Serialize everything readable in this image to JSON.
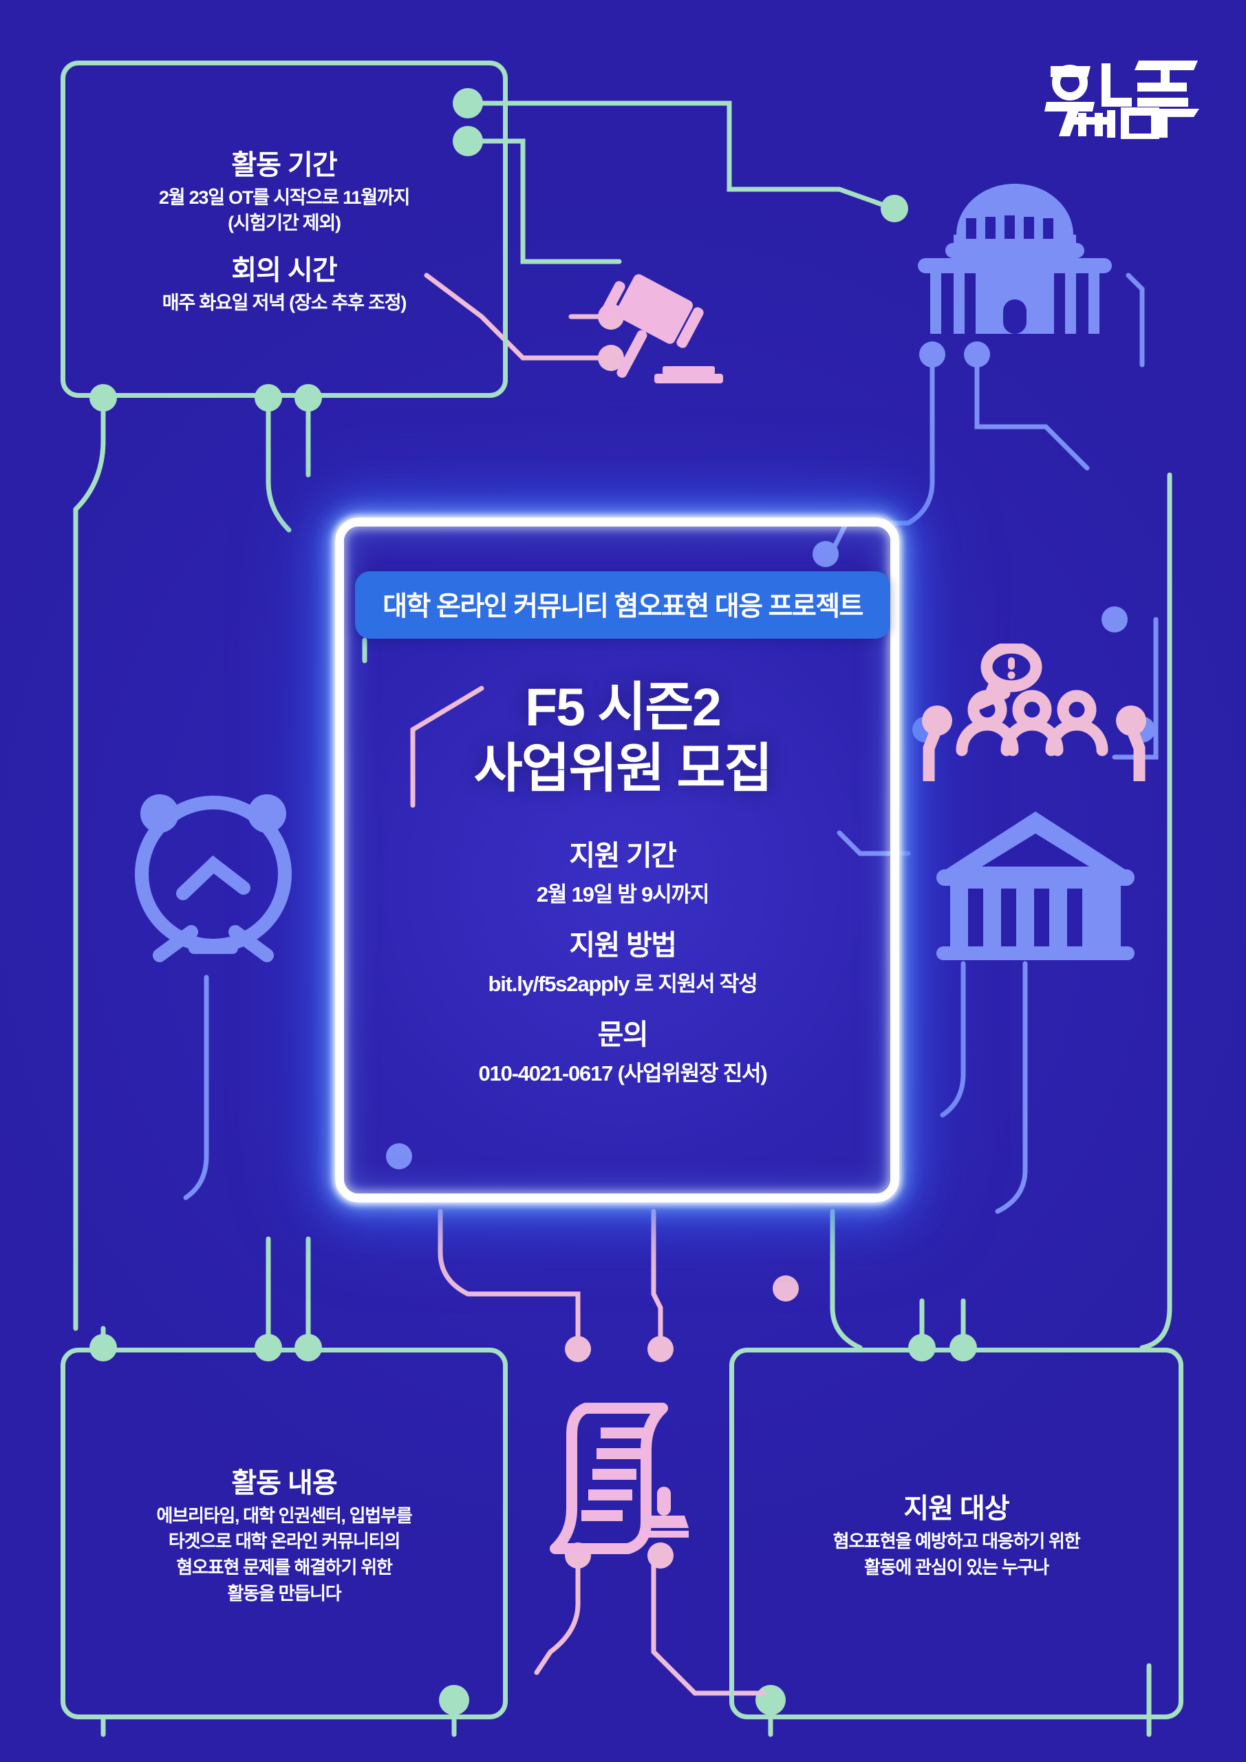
{
  "poster": {
    "background_color": "#2b20ab",
    "accent_mint": "#a6e0c3",
    "accent_pink": "#f0b8e0",
    "accent_blue": "#7b8ff5",
    "pill_blue": "#2f6fe4",
    "text_color": "#ffffff"
  },
  "logo": {
    "line1": "유니브",
    "line2": "페미",
    "name": "univ-femi-logo"
  },
  "center": {
    "pill_label": "대학 온라인 커뮤니티 혐오표현 대응 프로젝트",
    "title_line1": "F5 시즌2",
    "title_line2": "사업위원 모집",
    "details": [
      {
        "heading": "지원 기간",
        "body": "2월 19일 밤 9시까지"
      },
      {
        "heading": "지원 방법",
        "body": "bit.ly/f5s2apply 로 지원서 작성"
      },
      {
        "heading": "문의",
        "body": "010-4021-0617 (사업위원장 진서)"
      }
    ]
  },
  "boxes": {
    "period": {
      "name": "activity-period-box",
      "groups": [
        {
          "heading": "활동 기간",
          "lines": [
            "2월 23일 OT를 시작으로 11월까지",
            "(시험기간 제외)"
          ]
        },
        {
          "heading": "회의 시간",
          "lines": [
            "매주 화요일 저녁 (장소 추후 조정)"
          ]
        }
      ]
    },
    "content": {
      "name": "activity-content-box",
      "heading": "활동 내용",
      "lines": [
        "에브리타임, 대학 인권센터, 입법부를",
        "타겟으로 대학 온라인 커뮤니티의",
        "혐오표현 문제를 해결하기 위한",
        "활동을 만듭니다"
      ]
    },
    "target": {
      "name": "applicant-target-box",
      "heading": "지원 대상",
      "lines": [
        "혐오표현을 예방하고 대응하기 위한",
        "활동에 관심이 있는 누구나"
      ]
    }
  },
  "icons": [
    {
      "name": "gavel-icon",
      "color": "#f0b8e0"
    },
    {
      "name": "capitol-building-icon",
      "color": "#7b8ff5"
    },
    {
      "name": "people-group-alert-icon",
      "color": "#efbcd8"
    },
    {
      "name": "bank-building-icon",
      "color": "#7b8ff5"
    },
    {
      "name": "alarm-clock-icon",
      "color": "#7b8ff5"
    },
    {
      "name": "document-stamp-icon",
      "color": "#f0b8e0"
    }
  ]
}
